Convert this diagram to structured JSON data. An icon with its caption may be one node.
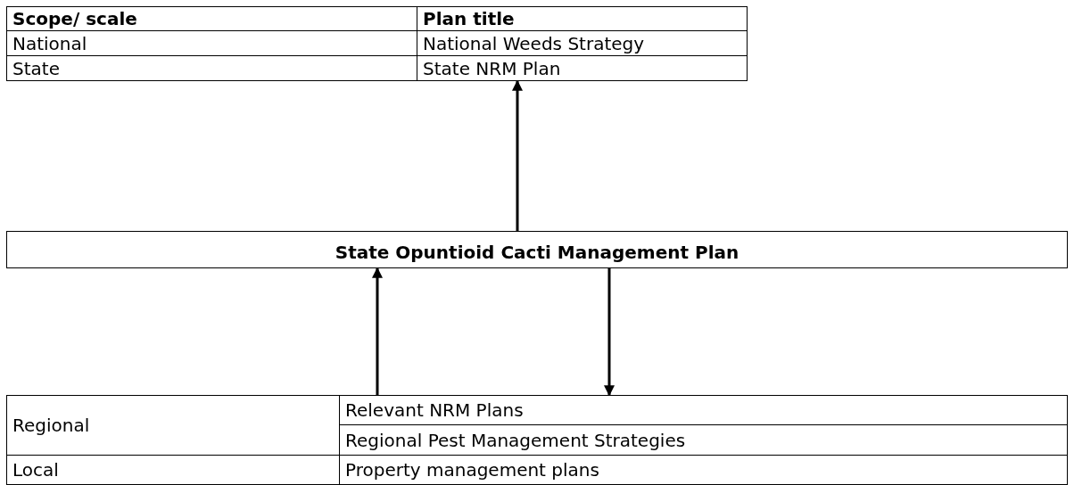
{
  "diagram": {
    "nodes": [
      {
        "text": [
          "Scope/ scale",
          "Plan title",
          "National",
          "National Weeds Strategy",
          "State",
          "State NRM Plan"
        ]
      },
      {
        "text": [
          "State Opuntioid Cacti Management Plan"
        ]
      },
      {
        "text": [
          "Regional",
          "Relevant NRM Plans",
          "Regional Pest Management Strategies",
          "Local",
          "Property management plans"
        ]
      }
    ],
    "edges": [
      {
        "from": 1,
        "to": 0,
        "arrow": "to"
      },
      {
        "from": 2,
        "to": 1,
        "arrow": "to"
      },
      {
        "from": 1,
        "to": 2,
        "arrow": "to"
      }
    ]
  }
}
